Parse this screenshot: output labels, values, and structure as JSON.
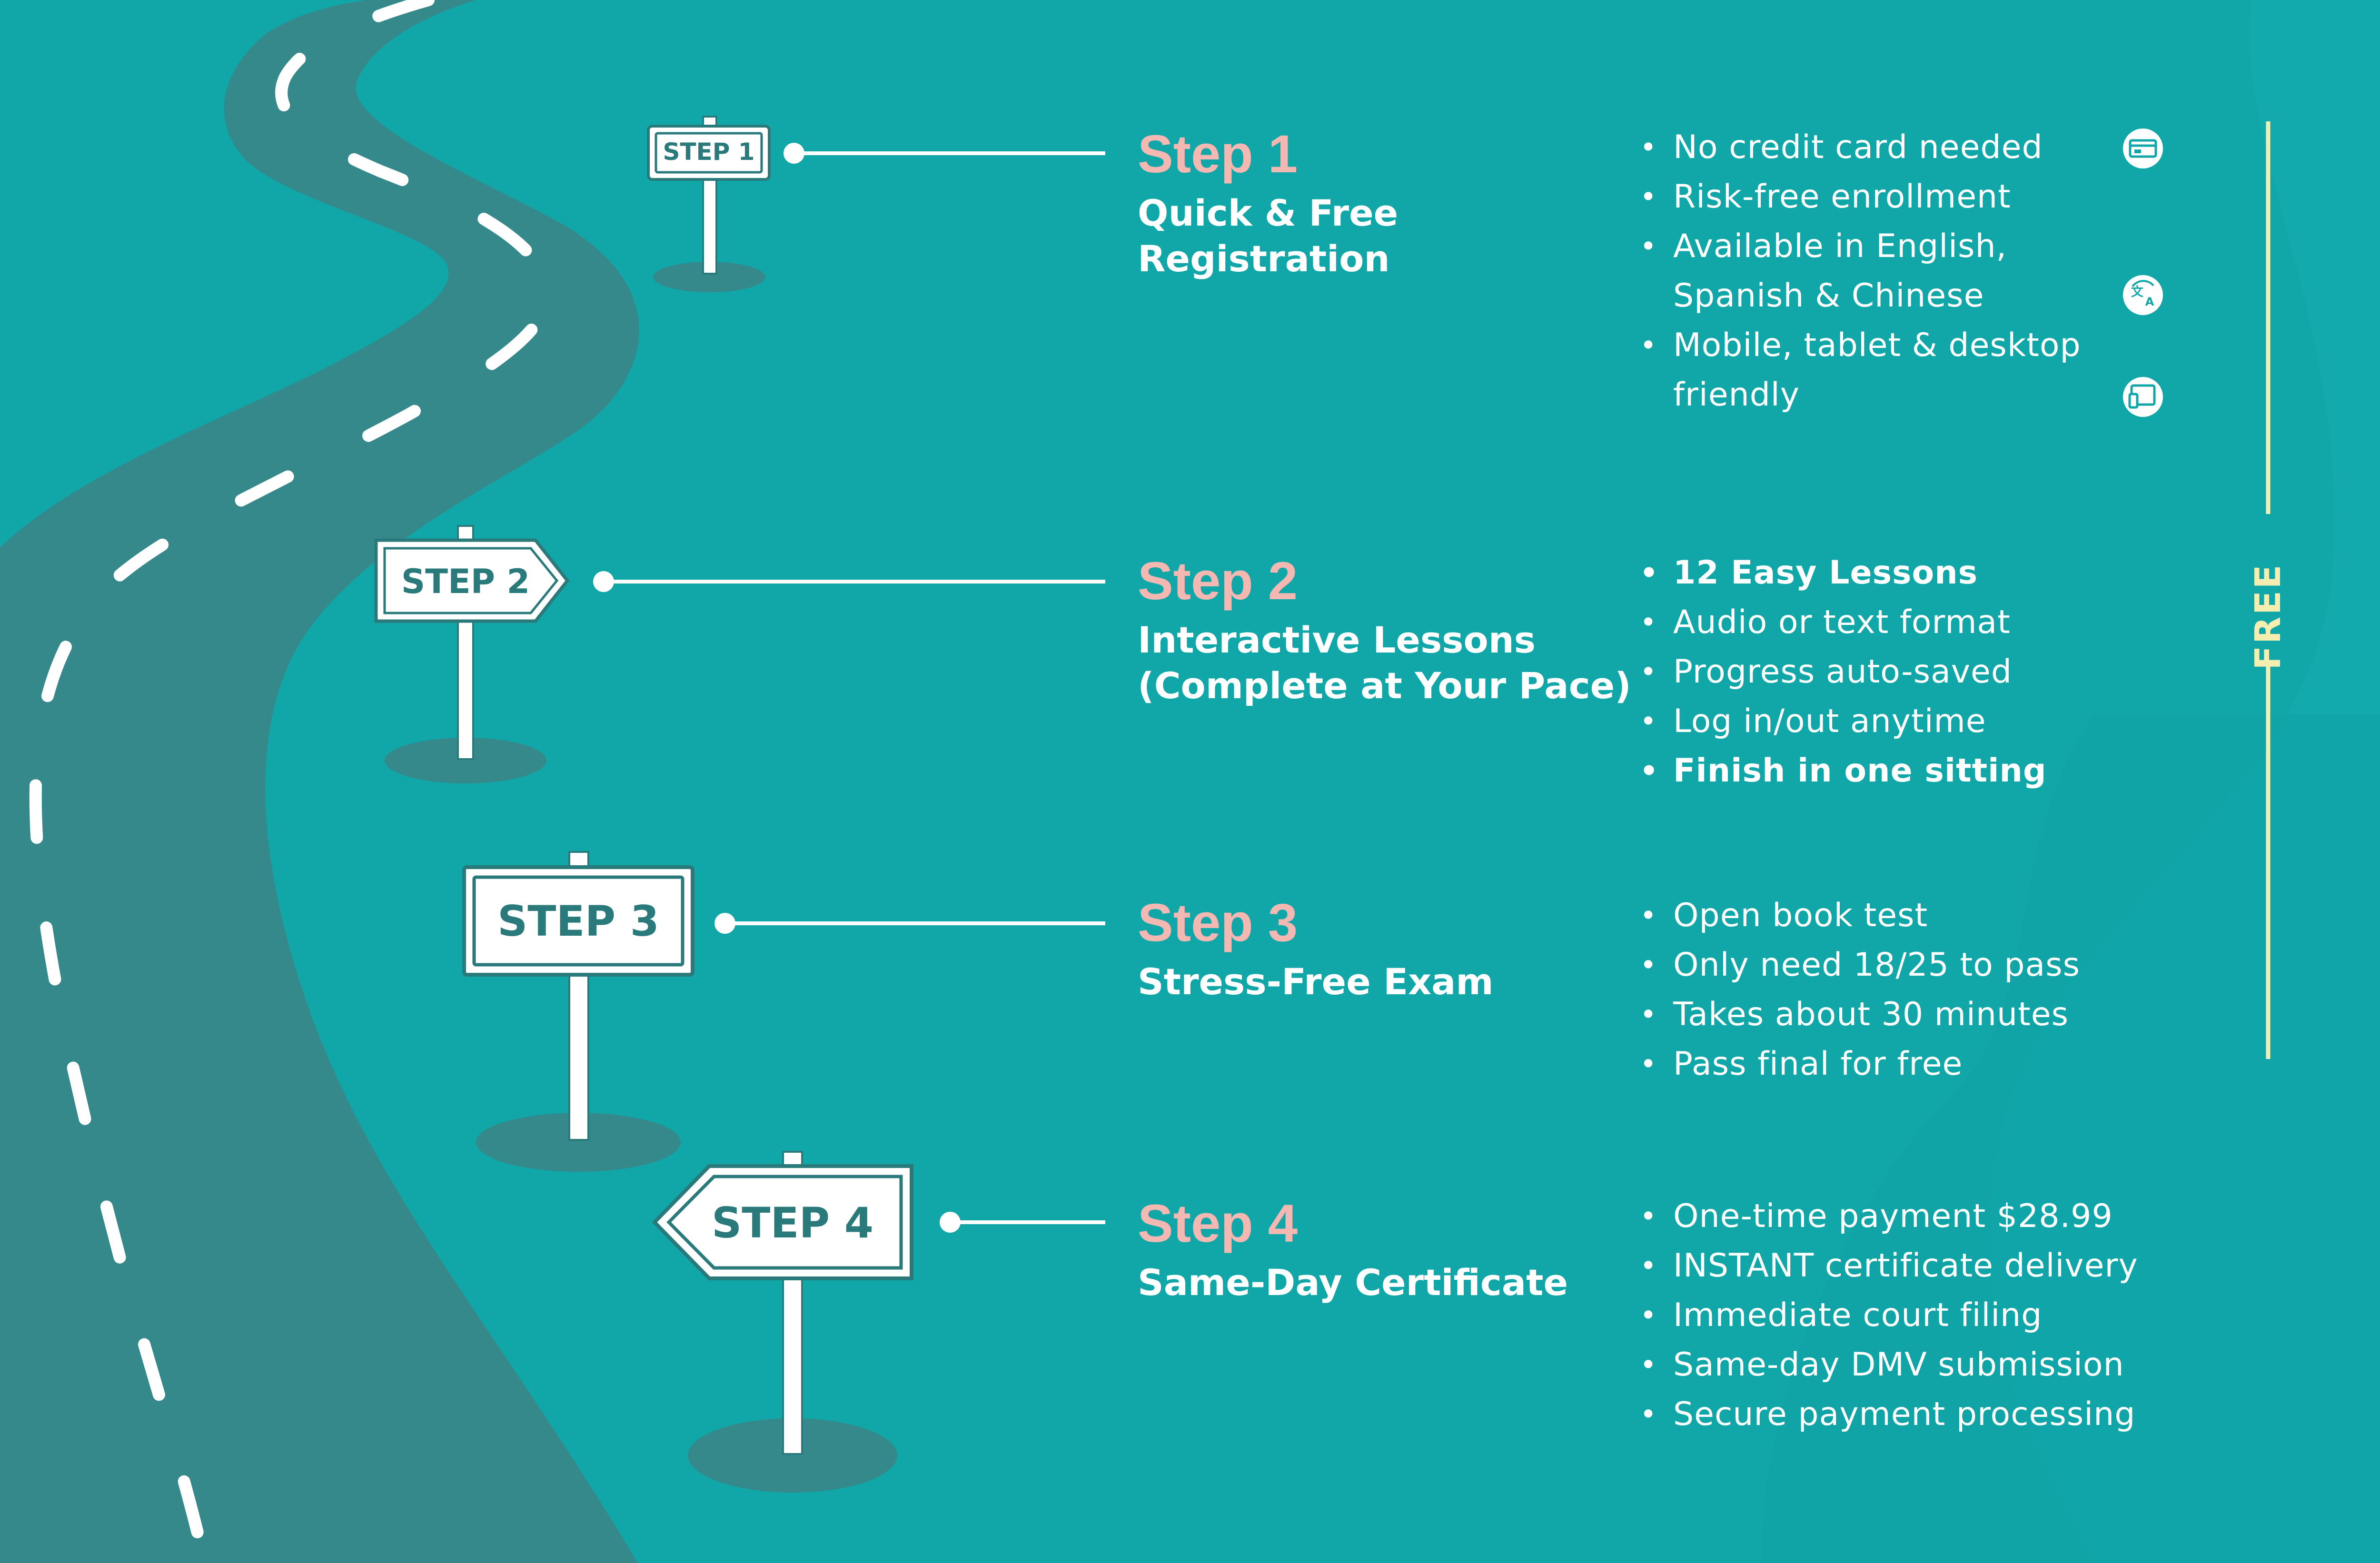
{
  "colors": {
    "background": "#11a6a8",
    "road": "#35898a",
    "accent_title": "#f4b8b3",
    "free_label": "#f4eeb0",
    "sign_text": "#2a7a7c"
  },
  "signs": [
    "STEP 1",
    "STEP 2",
    "STEP 3",
    "STEP 4"
  ],
  "steps": [
    {
      "title": "Step 1",
      "subtitle_lines": [
        "Quick & Free",
        "Registration"
      ],
      "bullets": [
        {
          "text": "No credit card needed",
          "bold": false
        },
        {
          "text": "Risk-free enrollment",
          "bold": false
        },
        {
          "text": "Available in English,",
          "bold": false
        },
        {
          "text": "Spanish & Chinese",
          "bold": false,
          "continuation": true
        },
        {
          "text": "Mobile, tablet & desktop",
          "bold": false
        },
        {
          "text": "friendly",
          "bold": false,
          "continuation": true
        }
      ],
      "icons": [
        "credit-card-icon",
        "translate-icon",
        "devices-icon"
      ]
    },
    {
      "title": "Step 2",
      "subtitle_lines": [
        "Interactive Lessons",
        "(Complete at Your Pace)"
      ],
      "bullets": [
        {
          "text": "12 Easy Lessons",
          "bold": true
        },
        {
          "text": "Audio or text format",
          "bold": false
        },
        {
          "text": "Progress auto-saved",
          "bold": false
        },
        {
          "text": "Log in/out anytime",
          "bold": false
        },
        {
          "text": "Finish in one sitting",
          "bold": true
        }
      ]
    },
    {
      "title": "Step 3",
      "subtitle_lines": [
        "Stress-Free Exam"
      ],
      "bullets": [
        {
          "text": "Open book test",
          "bold": false
        },
        {
          "text": "Only need 18/25 to pass",
          "bold": false
        },
        {
          "text": "Takes about 30 minutes",
          "bold": false
        },
        {
          "text": "Pass final for free",
          "bold": false
        }
      ]
    },
    {
      "title": "Step 4",
      "subtitle_lines": [
        "Same-Day Certificate"
      ],
      "bullets": [
        {
          "text": "One-time payment $28.99",
          "bold": false
        },
        {
          "text": "INSTANT certificate delivery",
          "bold": false
        },
        {
          "text": "Immediate court filing",
          "bold": false
        },
        {
          "text": "Same-day DMV submission",
          "bold": false
        },
        {
          "text": "Secure payment processing",
          "bold": false
        }
      ]
    }
  ],
  "free_label": "FREE"
}
